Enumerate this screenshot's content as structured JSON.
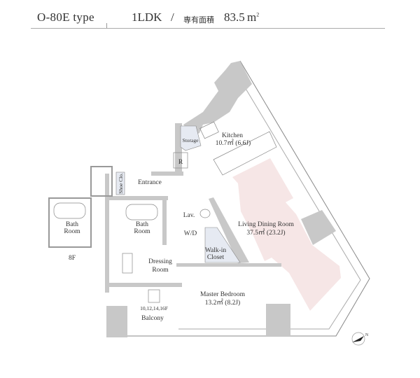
{
  "header": {
    "type_name": "O-80E type",
    "layout": "1LDK",
    "slash": "/",
    "area_label": "専有面積",
    "area_value": "83.5",
    "area_unit": "m",
    "area_unit_sup": "2"
  },
  "rooms": {
    "kitchen": {
      "name": "Kitchen",
      "size": "10.7㎡ (6.6J)"
    },
    "storage": {
      "name": "Storage"
    },
    "refrigerator": {
      "name": "R"
    },
    "entrance": {
      "name": "Entrance"
    },
    "shoe_closet": {
      "name": "Shoe Clo."
    },
    "bath_8f": {
      "name1": "Bath",
      "name2": "Room",
      "floor": "8F"
    },
    "bath": {
      "name1": "Bath",
      "name2": "Room"
    },
    "lavatory": {
      "name": "Lav."
    },
    "washer_dryer": {
      "name": "W/D"
    },
    "walk_in_closet": {
      "name1": "Walk-in",
      "name2": "Closet"
    },
    "living_dining": {
      "name": "Living Dining Room",
      "size": "37.5㎡ (23.2J)"
    },
    "dressing": {
      "name1": "Dressing",
      "name2": "Room"
    },
    "master_bedroom": {
      "name": "Master Bedroom",
      "size": "13.2㎡ (8.2J)"
    },
    "balcony": {
      "floors": "10,12,14,16F",
      "name": "Balcony"
    }
  },
  "compass": {
    "label": "N"
  },
  "colors": {
    "wall": "#c8c8c8",
    "closet": "#e6eaf2",
    "ldk_highlight": "#f6e6e6",
    "line": "#888888"
  }
}
